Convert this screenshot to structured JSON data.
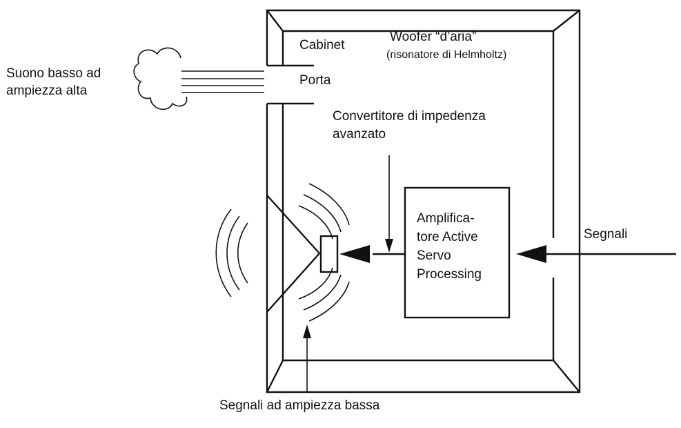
{
  "labels": {
    "cabinet": "Cabinet",
    "woofer_line1": "Woofer “d’aria”",
    "woofer_line2": "(risonatore di Helmholtz)",
    "sound_line1": "Suono basso ad",
    "sound_line2": "ampiezza alta",
    "port": "Porta",
    "converter_line1": "Convertitore di impedenza",
    "converter_line2": "avanzato",
    "amplifier_line1": "Amplifica-",
    "amplifier_line2": "tore Active",
    "amplifier_line3": "Servo",
    "amplifier_line4": "Processing",
    "signals": "Segnali",
    "low_signals": "Segnali ad ampiezza bassa"
  },
  "colors": {
    "stroke": "#111111",
    "background": "#ffffff"
  }
}
